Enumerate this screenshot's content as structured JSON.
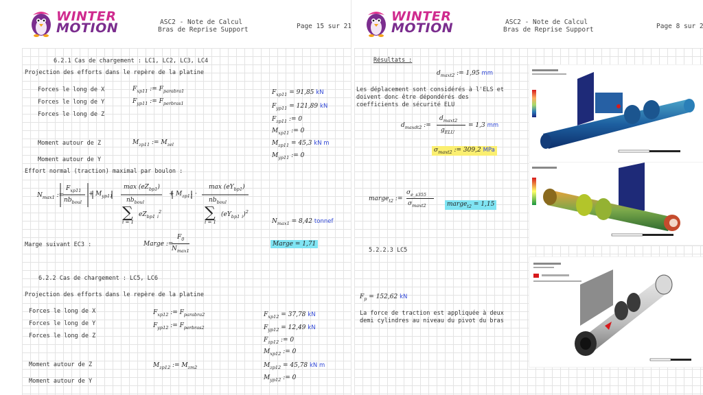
{
  "left_page": {
    "logo": {
      "line1": "WINTER",
      "line2": "MOTION"
    },
    "header": {
      "doc_line1": "ASC2 - Note de Calcul",
      "doc_line2": "Bras de Reprise Support",
      "page": "Page 15 sur 21"
    },
    "sec1": {
      "title": "6.2.1 Cas de chargement : LC1, LC2, LC3, LC4",
      "projection": "Projection des efforts dans le repère de la platine",
      "rows": [
        {
          "label": "Forces le long de X",
          "def_lhs": "F",
          "def_lhs_sub": "xp11",
          "def_rhs": "F",
          "def_rhs_sub": "parabra1",
          "res": "F",
          "res_sub": "xp11",
          "res_val": "= 91,85",
          "res_unit": "kN"
        },
        {
          "label": "Forces le long de Y",
          "def_lhs": "F",
          "def_lhs_sub": "yp11",
          "def_rhs": "F",
          "def_rhs_sub": "perbras1",
          "res": "F",
          "res_sub": "yp11",
          "res_val": "= 121,89",
          "res_unit": "kN"
        },
        {
          "label": "Forces le long de Z",
          "res": "F",
          "res_sub": "zp11",
          "res_val": ":= 0"
        },
        {
          "extra": true,
          "res": "M",
          "res_sub": "xp11",
          "res_val": ":= 0"
        },
        {
          "label": "Moment autour de Z",
          "def_lhs": "M",
          "def_lhs_sub": "zp11",
          "def_rhs": "M",
          "def_rhs_sub": "zel",
          "res": "M",
          "res_sub": "zp11",
          "res_val": "= 45,3",
          "res_unit": "kN m"
        },
        {
          "label": "Moment autour de Y",
          "res": "M",
          "res_sub": "yp11",
          "res_val": ":= 0"
        }
      ],
      "effort_title": "Effort normal (traction) maximal par boulon :",
      "formula": {
        "lhs": "N",
        "lhs_sub": "max1",
        "f1_num": "F",
        "f1_num_sub": "xp11",
        "f1_den": "nb",
        "f1_den_sub": "boul",
        "t2": "M",
        "t2_sub": "yp11",
        "max1": "max",
        "max1_arg": "eZ",
        "max1_arg_sub": "bp1",
        "f2_den": "nb",
        "f2_den_sub": "boul",
        "sum1_lim": "i = 1",
        "sum1_body": "eZ",
        "sum1_body_sub": "bp1",
        "sum1_idx": "i",
        "sum1_exp": "2",
        "t3": "M",
        "t3_sub": "zp11",
        "max2": "max",
        "max2_arg": "eY",
        "max2_arg_sub": "bp1",
        "f3_den": "nb",
        "f3_den_sub": "boul",
        "sum2_lim": "i = 1",
        "sum2_body": "eY",
        "sum2_body_sub": "bp1",
        "sum2_idx": "i",
        "sum2_exp": "2",
        "result": "N",
        "result_sub": "max1",
        "result_val": "= 8,42",
        "result_unit": "tonnef"
      },
      "marge_label": "Marge suivant EC3 :",
      "marge_def": "Marge :=",
      "marge_num": "F",
      "marge_num_sub": "0",
      "marge_den": "N",
      "marge_den_sub": "max1",
      "marge_result": "Marge = 1,71"
    },
    "sec2": {
      "title": "6.2.2 Cas de chargement : LC5, LC6",
      "projection": "Projection des efforts dans le repère de la platine",
      "rows": [
        {
          "label": "Forces le long de X",
          "def_lhs": "F",
          "def_lhs_sub": "xp12",
          "def_rhs": "F",
          "def_rhs_sub": "parabra2",
          "res": "F",
          "res_sub": "xp12",
          "res_val": "= 37,78",
          "res_unit": "kN"
        },
        {
          "label": "Forces le long de Y",
          "def_lhs": "F",
          "def_lhs_sub": "yp12",
          "def_rhs": "F",
          "def_rhs_sub": "perbras2",
          "res": "F",
          "res_sub": "yp12",
          "res_val": "= 12,49",
          "res_unit": "kN"
        },
        {
          "label": "Forces le long de Z",
          "res": "F",
          "res_sub": "zp12",
          "res_val": ":= 0"
        },
        {
          "extra": true,
          "res": "M",
          "res_sub": "xp12",
          "res_val": ":= 0"
        },
        {
          "label": "Moment autour de Z",
          "def_lhs": "M",
          "def_lhs_sub": "zp12",
          "def_rhs": "M",
          "def_rhs_sub": "zm2",
          "res": "M",
          "res_sub": "zp12",
          "res_val": "= 45,78",
          "res_unit": "kN m"
        },
        {
          "label": "Moment autour de Y",
          "res": "M",
          "res_sub": "yp12",
          "res_val": ":= 0"
        }
      ]
    }
  },
  "right_page": {
    "logo": {
      "line1": "WINTER",
      "line2": "MOTION"
    },
    "header": {
      "doc_line1": "ASC2 - Note de Calcul",
      "doc_line2": "Bras de Reprise Support",
      "page": "Page 8 sur 2"
    },
    "resultats_title": "Résultats :",
    "dmax": {
      "sym": "d",
      "sub": "maxt2",
      "val": ":= 1,95",
      "unit": "mm"
    },
    "paragraph": [
      "Les déplacement sont considérés à l'ELS et",
      "doivent donc être dépondérés des",
      "coefficients de sécurité ELU"
    ],
    "dmaxdt": {
      "lhs": "d",
      "lhs_sub": "maxdt2",
      "num": "d",
      "num_sub": "maxt2",
      "den": "g",
      "den_sub": "ELU",
      "val": "= 1,3",
      "unit": "mm"
    },
    "sigma": {
      "sym": "σ",
      "sub": "maxt2",
      "val": ":= 309,2",
      "unit": "MPa"
    },
    "marge": {
      "lhs": "marge",
      "lhs_sub": "t2",
      "num": "σ",
      "num_sub": "e_s355",
      "den": "σ",
      "den_sub": "maxt2",
      "result": "marge",
      "result_sub": "t2",
      "result_val": "= 1,15"
    },
    "sec_lc5": "5.2.2.3 LC5",
    "fp": {
      "sym": "F",
      "sub": "p",
      "val": "= 152,62",
      "unit": "kN"
    },
    "paragraph2": [
      "La force de traction est appliquée à deux",
      "demi cylindres au niveau du pivot du bras"
    ]
  },
  "colors": {
    "accent_pink": "#cf2a8e",
    "value_blue": "#2f46d6",
    "highlight_cyan": "#7fe4f3",
    "highlight_yellow": "#fbef70"
  }
}
